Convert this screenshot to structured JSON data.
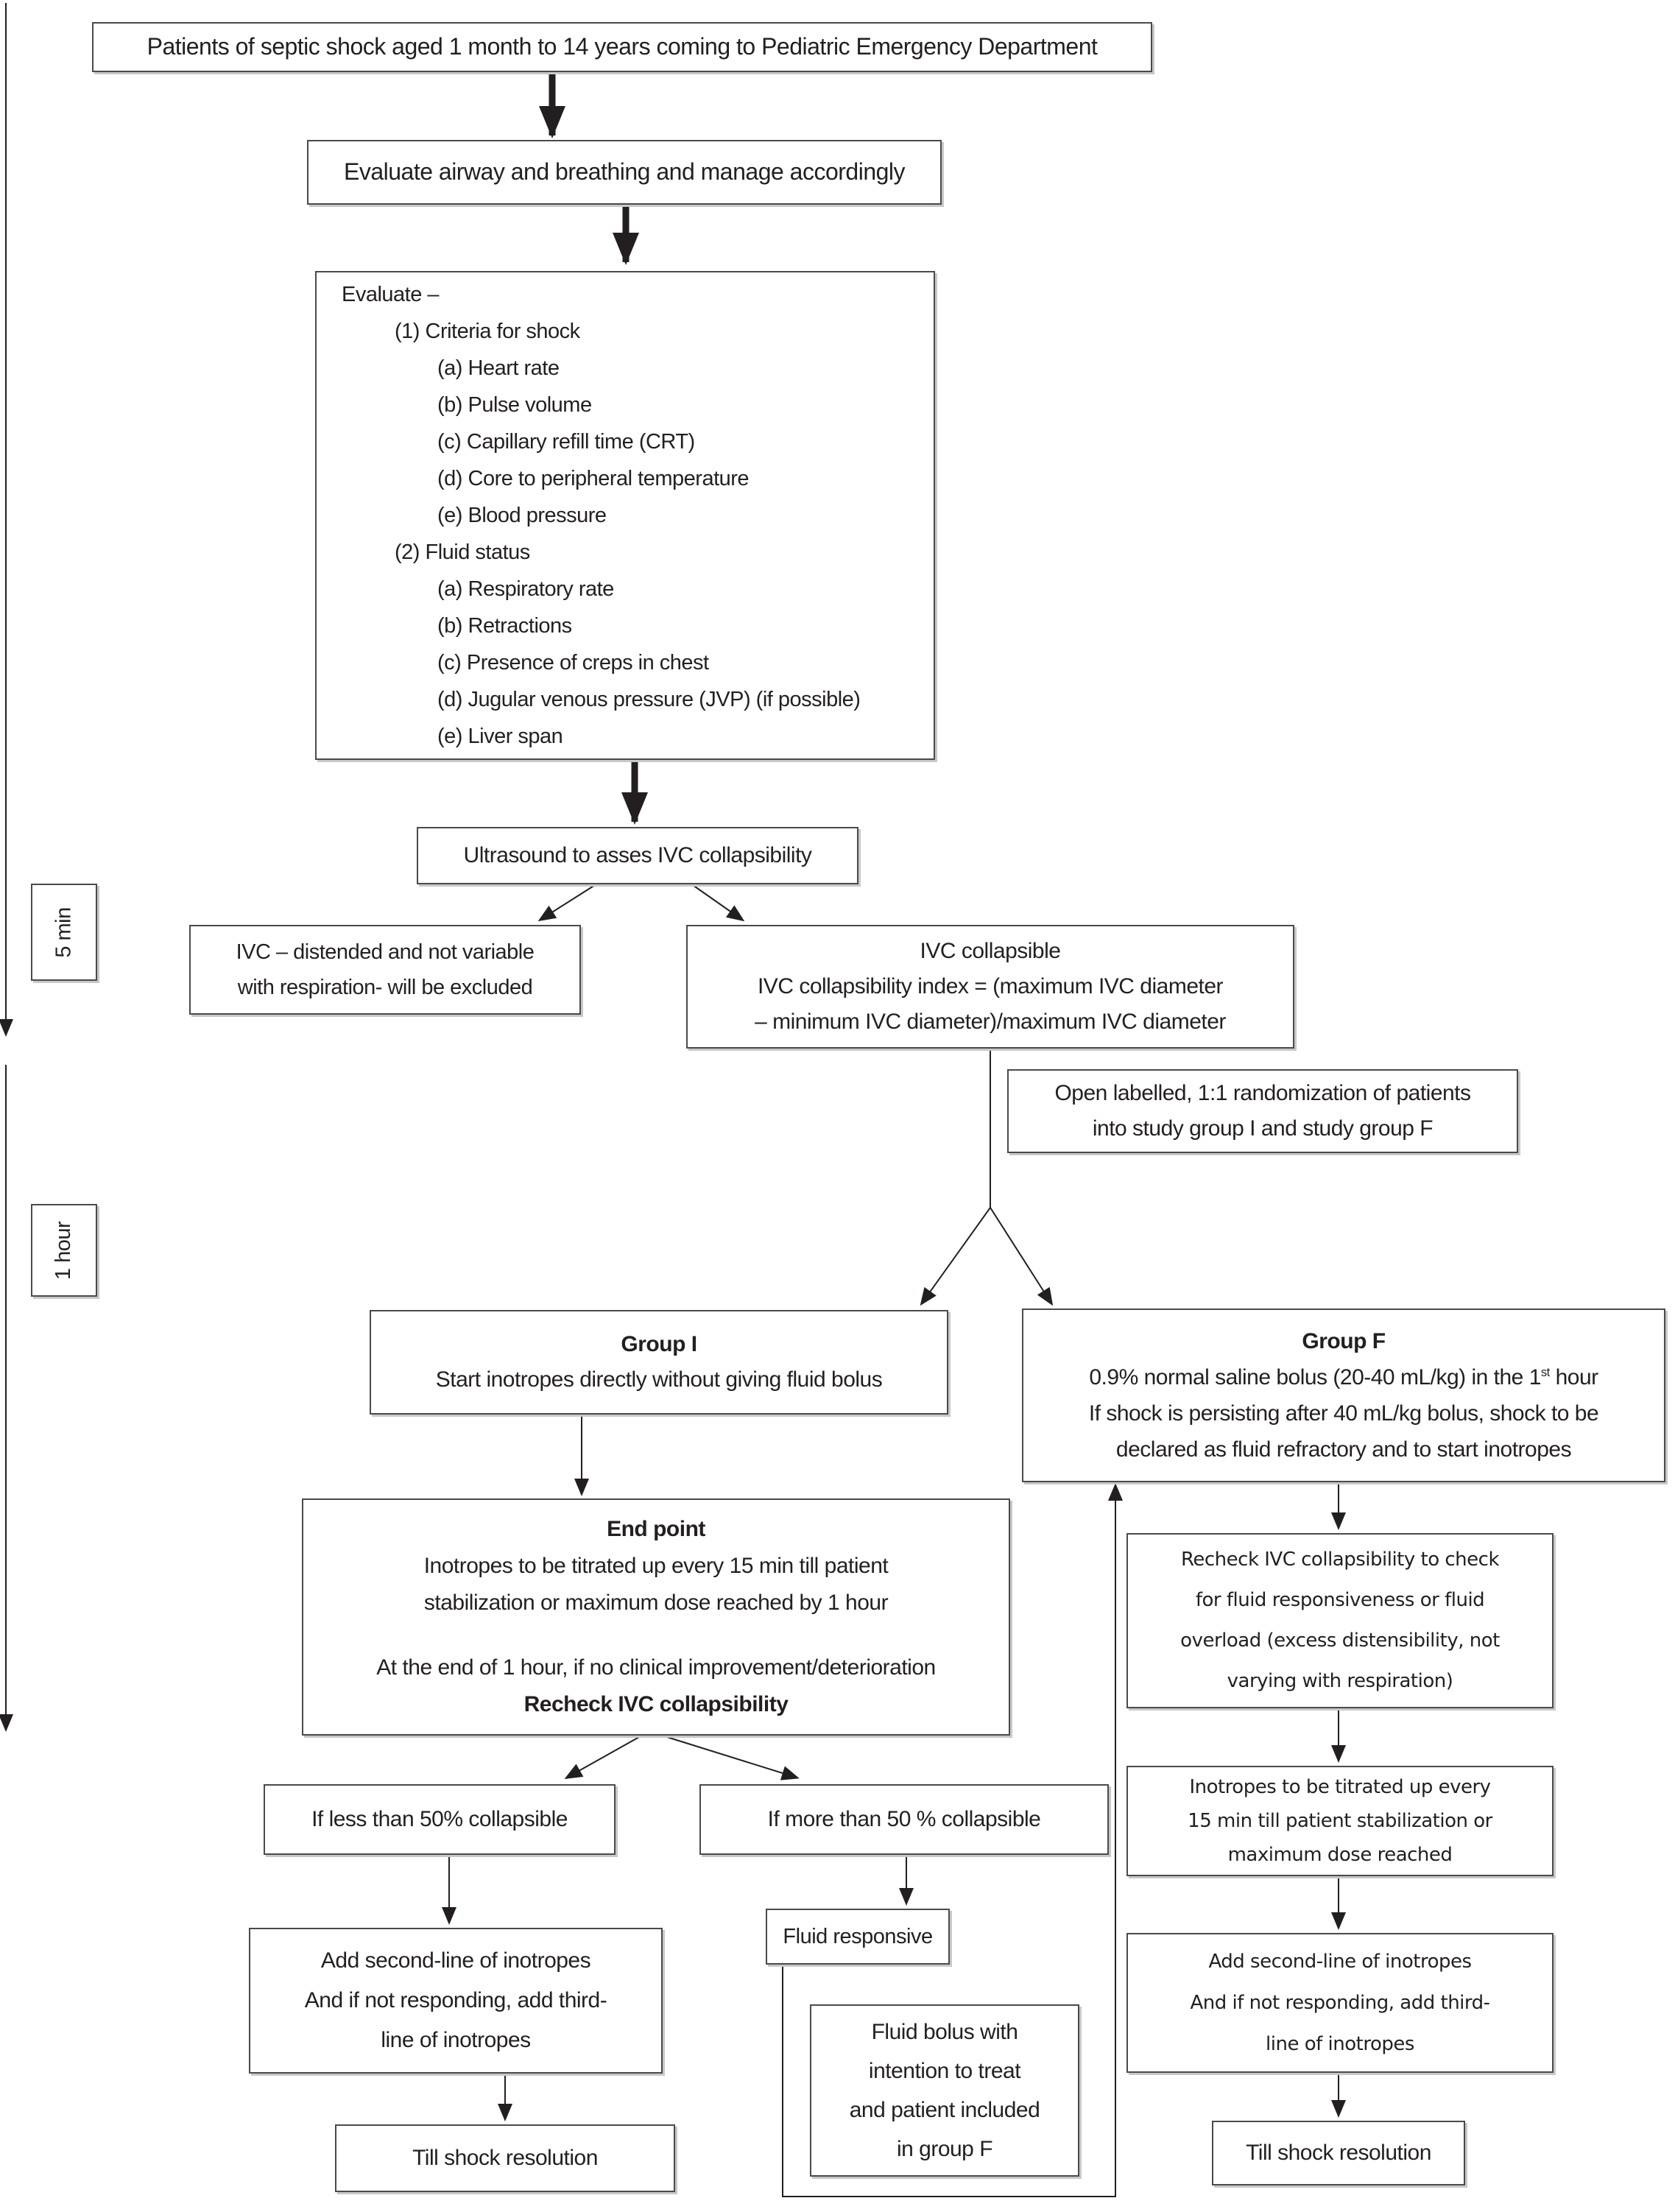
{
  "colors": {
    "ink": "#231f20",
    "box_border": "#4c494a",
    "background": "#ffffff"
  },
  "timeline": {
    "five_min": "5 min",
    "one_hour": "1 hour"
  },
  "nodes": {
    "patients": {
      "text": "Patients of septic shock aged 1 month to 14 years coming to Pediatric Emergency Department"
    },
    "airway": {
      "text": "Evaluate airway and breathing and manage accordingly"
    },
    "evaluate": {
      "lines": [
        "Evaluate –",
        "(1) Criteria for shock",
        "(a) Heart rate",
        "(b) Pulse volume",
        "(c) Capillary refill time (CRT)",
        "(d) Core to peripheral temperature",
        "(e) Blood pressure",
        "(2) Fluid status",
        "(a) Respiratory rate",
        "(b) Retractions",
        "(c) Presence of creps in chest",
        "(d) Jugular venous pressure (JVP) (if possible)",
        "(e) Liver span"
      ]
    },
    "ultrasound": {
      "text": "Ultrasound to asses IVC collapsibility"
    },
    "ivc_excluded": {
      "line1": "IVC – distended and not variable",
      "line2": "with respiration- will be excluded"
    },
    "ivc_collapsible": {
      "line1": "IVC collapsible",
      "line2": "IVC collapsibility index = (maximum IVC diameter",
      "line3": "– minimum IVC diameter)/maximum IVC diameter"
    },
    "randomization": {
      "line1": "Open labelled, 1:1 randomization of patients",
      "line2": "into study group I and study group F"
    },
    "group_i": {
      "title": "Group I",
      "line1": "Start inotropes directly without giving fluid bolus"
    },
    "group_f": {
      "title": "Group F",
      "line1_pre": "0.9% normal saline bolus (20-40 mL/kg) in the 1",
      "line1_sup": "st",
      "line1_post": " hour",
      "line2": "If shock is persisting after 40 mL/kg bolus, shock to be",
      "line3": "declared as fluid refractory and to start inotropes"
    },
    "end_point": {
      "title": "End point",
      "line1": "Inotropes to be titrated up every 15 min till patient",
      "line2": "stabilization or maximum dose reached by 1 hour",
      "line3": "At the end of 1 hour, if no clinical improvement/deterioration",
      "line4": "Recheck IVC collapsibility"
    },
    "less_50": {
      "text": "If less than 50% collapsible"
    },
    "more_50": {
      "text": "If more than 50 % collapsible"
    },
    "add_inotropes_left": {
      "line1": "Add second-line of inotropes",
      "line2": "And if not responding, add third-",
      "line3": "line of inotropes"
    },
    "till_shock_left": {
      "text": "Till shock resolution"
    },
    "fluid_responsive": {
      "text": "Fluid responsive"
    },
    "fluid_bolus": {
      "line1": "Fluid bolus with",
      "line2": "intention to treat",
      "line3": "and patient included",
      "line4": "in group F"
    },
    "recheck_right": {
      "line1": "Recheck IVC collapsibility to check",
      "line2": "for fluid responsiveness or fluid",
      "line3": "overload (excess distensibility, not",
      "line4": "varying with respiration)"
    },
    "titrate_right": {
      "line1": "Inotropes to be titrated up every",
      "line2": "15 min till patient stabilization or",
      "line3": "maximum dose reached"
    },
    "add_inotropes_right": {
      "line1": "Add second-line of inotropes",
      "line2": "And if not responding, add third-",
      "line3": "line of inotropes"
    },
    "till_shock_right": {
      "text": "Till shock resolution"
    }
  }
}
